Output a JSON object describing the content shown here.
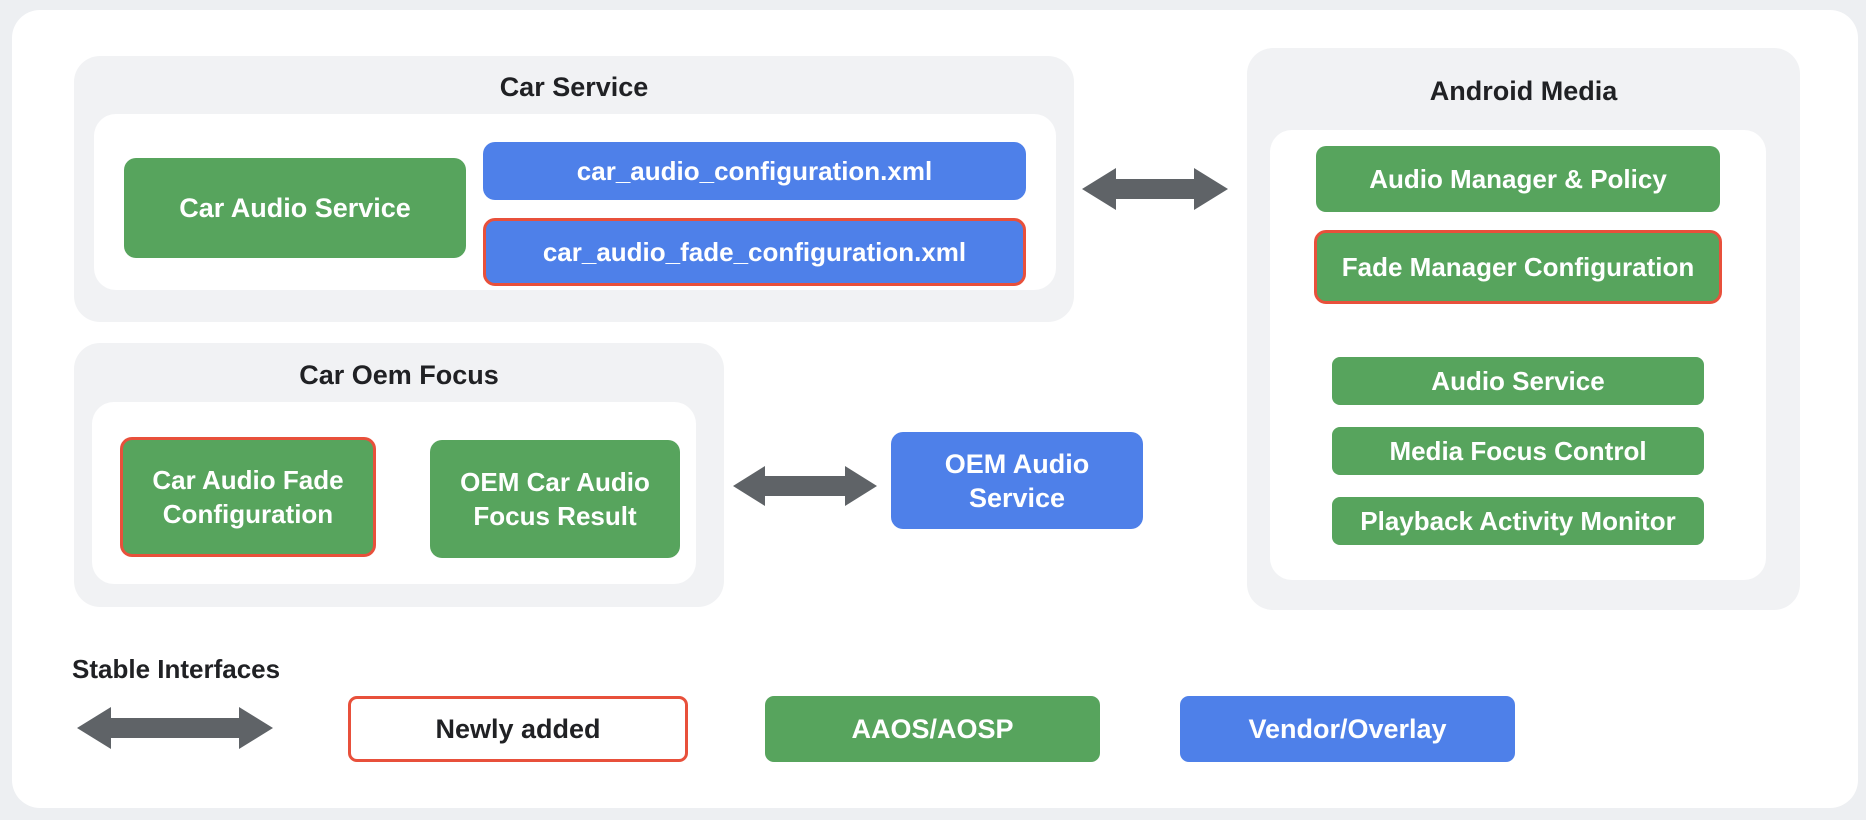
{
  "diagram": {
    "panels": {
      "car_service": {
        "title": "Car Service",
        "car_audio_service": "Car Audio Service",
        "config_xml": "car_audio_configuration.xml",
        "fade_config_xml": "car_audio_fade_configuration.xml"
      },
      "car_oem_focus": {
        "title": "Car Oem Focus",
        "car_audio_fade_configuration": "Car Audio Fade Configuration",
        "oem_car_audio_focus_result": "OEM Car Audio Focus Result"
      },
      "android_media": {
        "title": "Android Media",
        "audio_manager_policy": "Audio Manager & Policy",
        "fade_manager_configuration": "Fade Manager Configuration",
        "audio_service": "Audio Service",
        "media_focus_control": "Media Focus Control",
        "playback_activity_monitor": "Playback Activity Monitor"
      },
      "oem_audio_service": "OEM Audio Service"
    },
    "legend": {
      "stable_interfaces": "Stable Interfaces",
      "newly_added": "Newly added",
      "aaos_aosp": "AAOS/AOSP",
      "vendor_overlay": "Vendor/Overlay"
    },
    "colors": {
      "green": "#57a45d",
      "blue": "#4e80e9",
      "red": "#e8503b",
      "arrow": "#5f6367",
      "panel-gray": "#f1f2f4",
      "page-bg": "#edeff2",
      "title-text": "#202124"
    }
  }
}
